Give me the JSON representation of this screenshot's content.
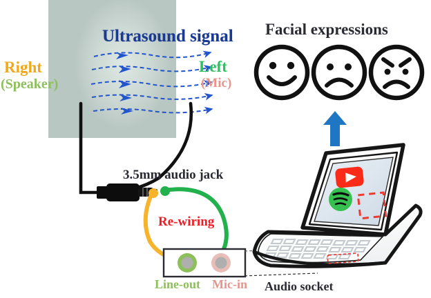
{
  "figure": {
    "title": "Ultrasound-based facial expression sensing with re-wired headphones",
    "domain": "diagram"
  },
  "labels": {
    "ultrasound_signal": "Ultrasound signal",
    "facial_expressions": "Facial expressions",
    "right": "Right",
    "right_sub": "(Speaker)",
    "left": "Left",
    "left_sub": "(Mic)",
    "audio_jack": "3.5mm audio jack",
    "rewiring": "Re-wiring",
    "line_out": "Line-out",
    "mic_in": "Mic-in",
    "audio_socket": "Audio socket"
  },
  "colors": {
    "ultrasound_blue": "#1A3A8F",
    "signal_arrow_blue": "#2255CC",
    "right_orange": "#F0A818",
    "speaker_green": "#8DBF5A",
    "left_green": "#2EBF62",
    "mic_pink": "#E8948C",
    "rewiring_red": "#EE1C25",
    "dark_text": "#2A2A33",
    "up_arrow_blue": "#1F77C4",
    "cable_orange": "#F6B32B",
    "cable_green": "#22B14C",
    "dashed_red": "#EE3A30",
    "youtube_red": "#FB2B1A",
    "spotify_green": "#35C04F",
    "head_gray": "#CDD9D4",
    "headphone_black": "#141414",
    "headphone_accent_red": "#8E2020"
  },
  "emoji_faces": [
    {
      "name": "happy-face",
      "expression": "smiling"
    },
    {
      "name": "sad-face",
      "expression": "frowning"
    },
    {
      "name": "angry-face",
      "expression": "angry"
    }
  ],
  "ultrasound_beams": {
    "count": 5,
    "direction": "left-to-right",
    "style": "dashed-wavy-arrow"
  },
  "laptop": {
    "screen_icons": [
      {
        "name": "youtube-icon",
        "label": "YouTube",
        "color": "#FB2B1A"
      },
      {
        "name": "spotify-icon",
        "label": "Spotify",
        "color": "#35C04F"
      },
      {
        "name": "placeholder-app-icon",
        "label": "",
        "color": "#EE3A30",
        "style": "red-dashed-rectangle"
      }
    ],
    "socket_highlight": "red-dashed-rectangle"
  },
  "audio_socket_ports": [
    {
      "name": "line-out-port",
      "label": "Line-out",
      "ring_color": "#8DBF5A",
      "center_color": "#AFAFAF"
    },
    {
      "name": "mic-in-port",
      "label": "Mic-in",
      "ring_color": "#E8BDB8",
      "center_color": "#AFAFAF"
    }
  ],
  "connections": [
    {
      "name": "orange-wire",
      "from": "3.5mm audio jack",
      "to": "Line-out",
      "color": "#F6B32B"
    },
    {
      "name": "green-wire",
      "from": "3.5mm audio jack",
      "to": "Mic-in",
      "color": "#22B14C"
    },
    {
      "name": "leader-line",
      "from": "Audio socket box",
      "to": "Laptop audio socket",
      "style": "dotted"
    }
  ]
}
